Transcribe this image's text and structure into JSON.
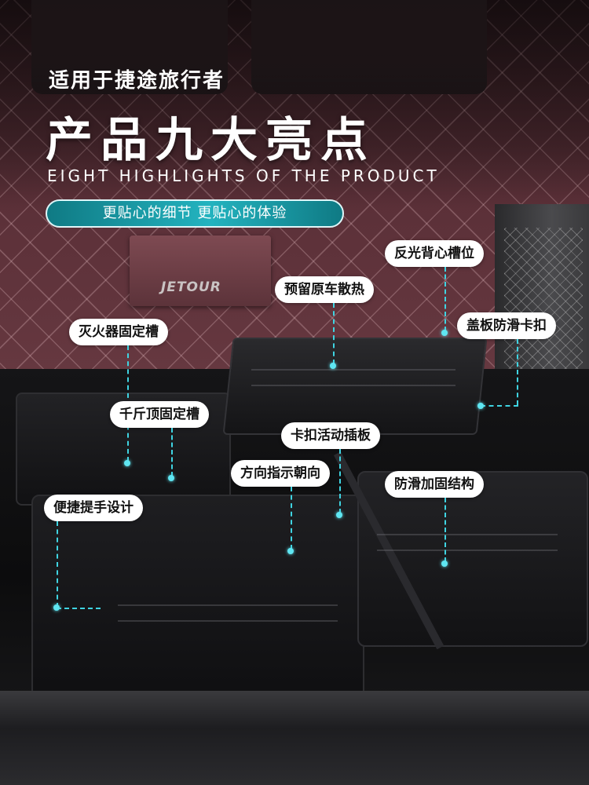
{
  "header": {
    "subtitle": "适用于捷途旅行者",
    "title": "产品九大亮点",
    "title_en": "EIGHT HIGHLIGHTS OF THE PRODUCT",
    "tagline": "更贴心的细节  更贴心的体验"
  },
  "photo": {
    "brand_text": "JETOUR"
  },
  "callouts": [
    {
      "id": "reflective-back-slot",
      "label": "反光背心槽位"
    },
    {
      "id": "reserved-heat-vent",
      "label": "预留原车散热"
    },
    {
      "id": "fire-extinguisher-slot",
      "label": "灭火器固定槽"
    },
    {
      "id": "cover-antislip-buckle",
      "label": "盖板防滑卡扣"
    },
    {
      "id": "jack-slot",
      "label": "千斤顶固定槽"
    },
    {
      "id": "buckle-insert-board",
      "label": "卡扣活动插板"
    },
    {
      "id": "direction-indicator",
      "label": "方向指示朝向"
    },
    {
      "id": "antislip-reinforce",
      "label": "防滑加固结构"
    },
    {
      "id": "handle-design",
      "label": "便捷提手设计"
    }
  ],
  "colors": {
    "accent": "#23b3bf",
    "guide_line": "#3fd4e2",
    "seat_leather": "#5a2f36"
  }
}
